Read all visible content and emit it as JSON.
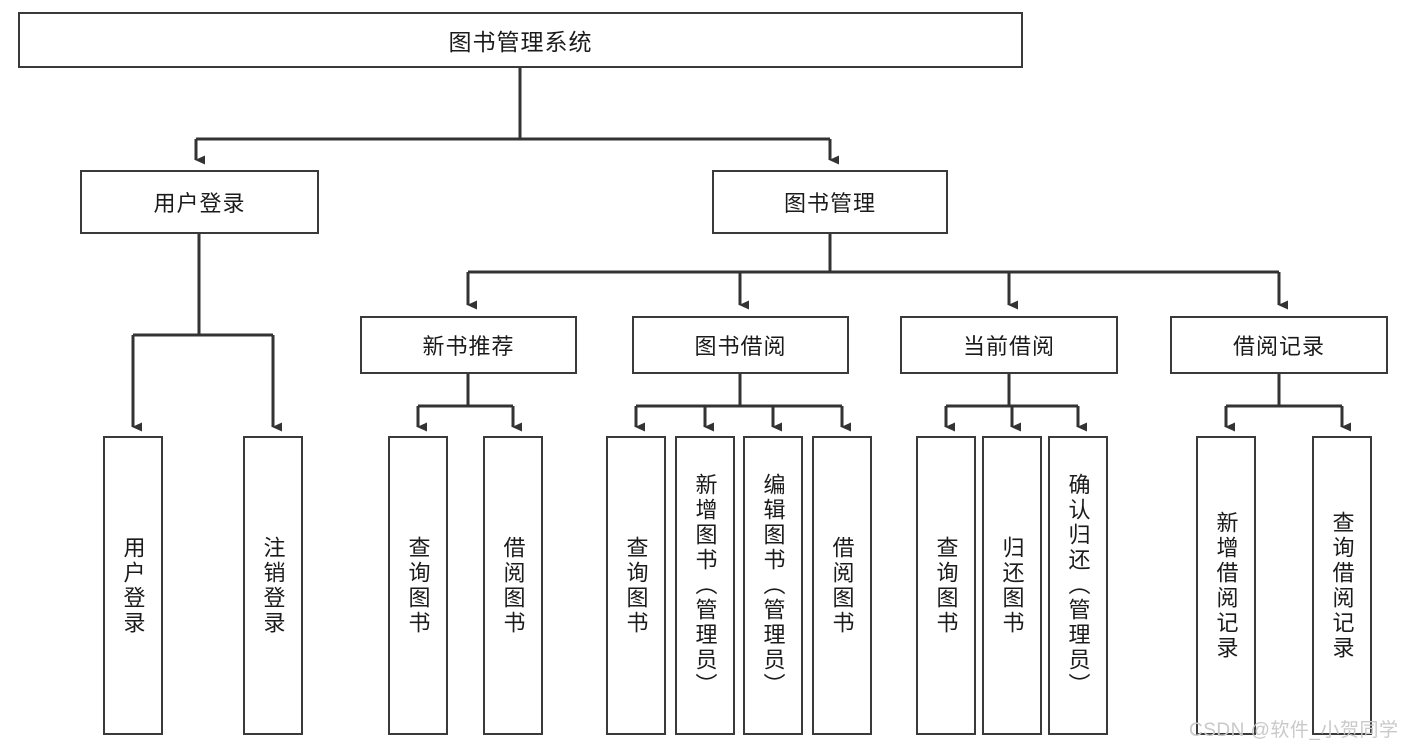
{
  "diagram": {
    "title": "图书管理系统",
    "watermark": "CSDN @软件_小贺同学",
    "colors": {
      "box_border": "#3a3a3a",
      "box_fill": "#ffffff",
      "connector": "#333333",
      "text": "#1b1b1b",
      "watermark": "#c9c9c9",
      "background": "#ffffff"
    },
    "levels": {
      "root": {
        "label": "图书管理系统"
      },
      "level2": [
        {
          "label": "用户登录"
        },
        {
          "label": "图书管理"
        }
      ],
      "level3": [
        {
          "label": "新书推荐"
        },
        {
          "label": "图书借阅"
        },
        {
          "label": "当前借阅"
        },
        {
          "label": "借阅记录"
        }
      ],
      "leaves": {
        "user_login": [
          {
            "label": "用户登录"
          },
          {
            "label": "注销登录"
          }
        ],
        "new_book_recommend": [
          {
            "label": "查询图书"
          },
          {
            "label": "借阅图书"
          }
        ],
        "book_borrow": [
          {
            "label": "查询图书"
          },
          {
            "label": "新增图书（管理员）"
          },
          {
            "label": "编辑图书（管理员）"
          },
          {
            "label": "借阅图书"
          }
        ],
        "current_borrow": [
          {
            "label": "查询图书"
          },
          {
            "label": "归还图书"
          },
          {
            "label": "确认归还（管理员）"
          }
        ],
        "borrow_records": [
          {
            "label": "新增借阅记录"
          },
          {
            "label": "查询借阅记录"
          }
        ]
      }
    }
  }
}
